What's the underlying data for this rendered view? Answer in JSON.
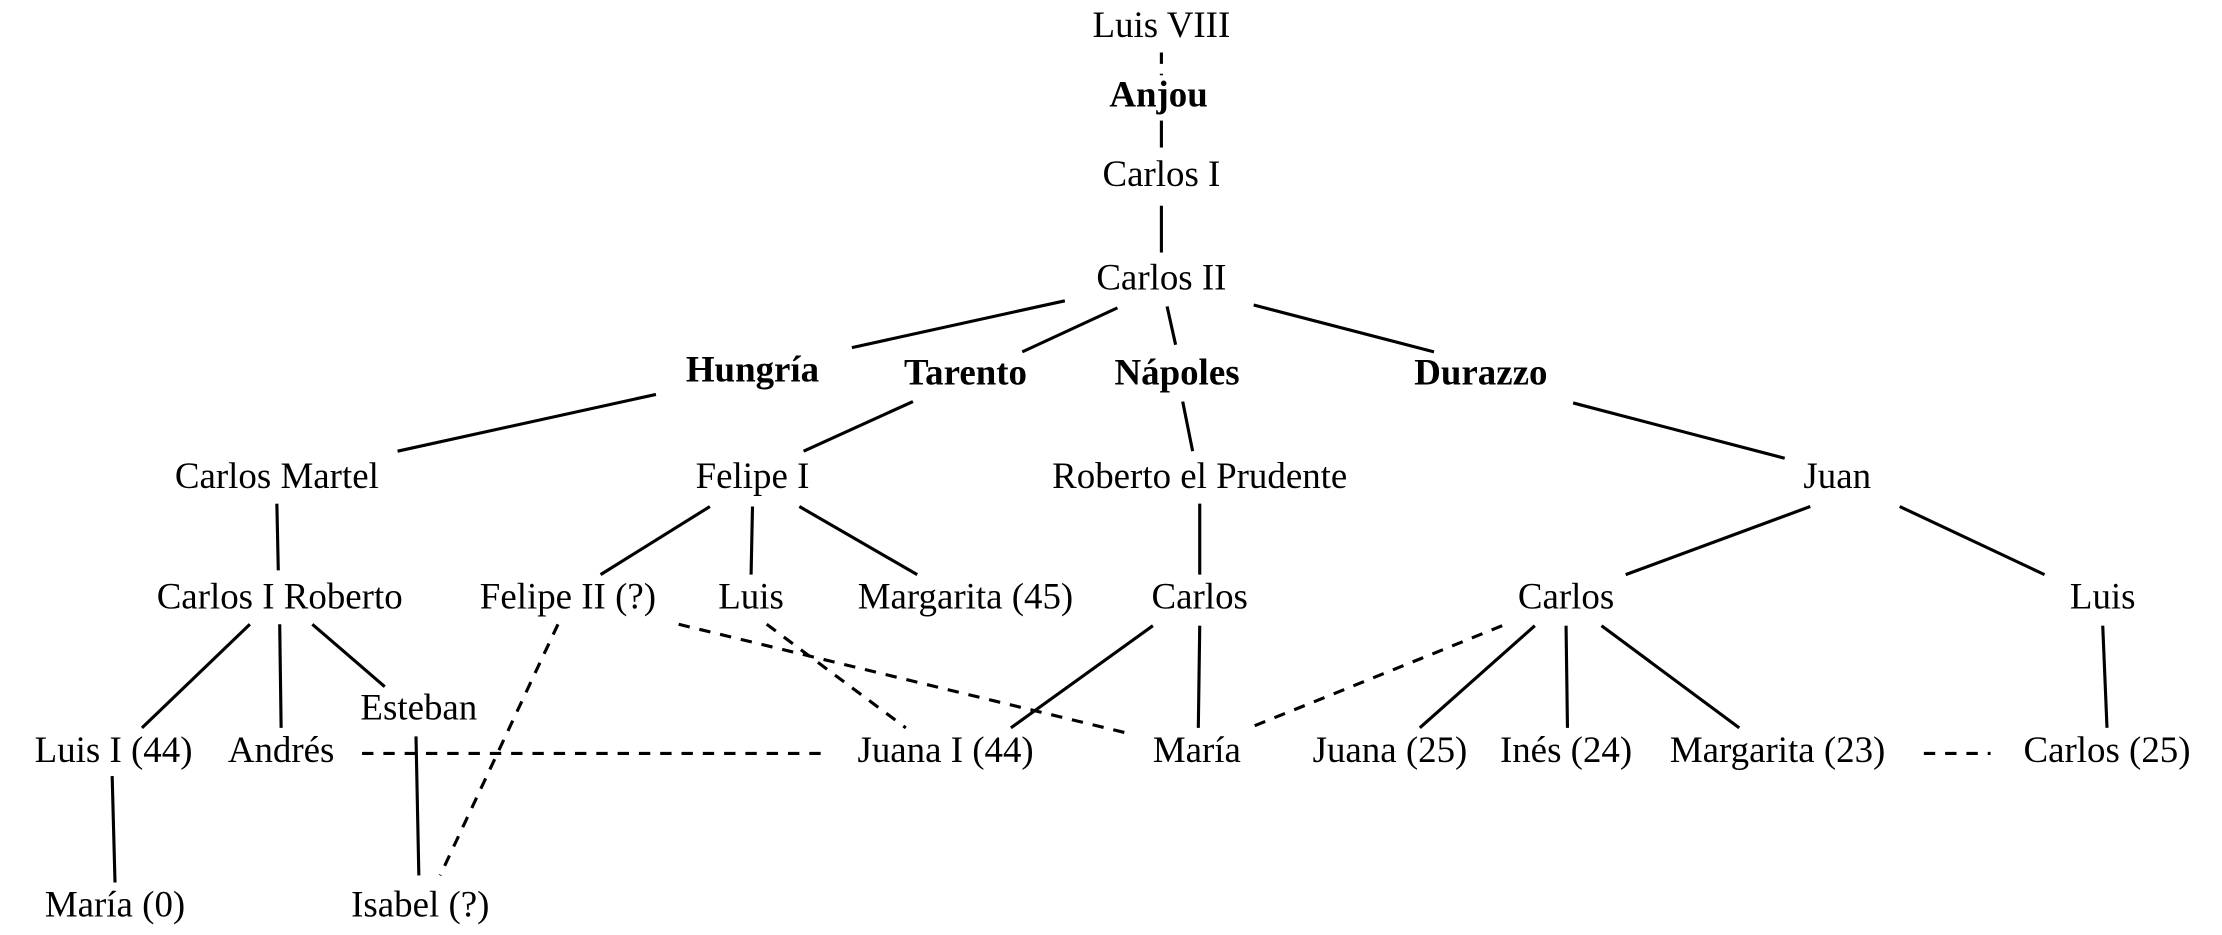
{
  "title_nodes": {
    "luis_viii": "Luis VIII",
    "anjou": "Anjou",
    "carlos_i": "Carlos I",
    "carlos_ii": "Carlos II"
  },
  "houses": {
    "hungria": "Hungría",
    "tarento": "Tarento",
    "napoles": "Nápoles",
    "durazzo": "Durazzo"
  },
  "gen3": {
    "carlos_martel": "Carlos Martel",
    "felipe_i": "Felipe I",
    "roberto": "Roberto el Prudente",
    "juan": "Juan"
  },
  "gen4": {
    "carlos_i_roberto": "Carlos I Roberto",
    "felipe_ii": "Felipe II (?)",
    "luis_tarento": "Luis",
    "margarita_45": "Margarita (45)",
    "carlos_napoles": "Carlos",
    "carlos_durazzo": "Carlos",
    "luis_durazzo": "Luis"
  },
  "gen5": {
    "esteban": "Esteban",
    "luis_i_44": "Luis I (44)",
    "andres": "Andrés",
    "juana_i_44": "Juana I (44)",
    "maria": "María",
    "juana_25": "Juana (25)",
    "ines_24": "Inés (24)",
    "margarita_23": "Margarita (23)",
    "carlos_25": "Carlos (25)"
  },
  "gen6": {
    "maria_0": "María (0)",
    "isabel": "Isabel (?)"
  }
}
